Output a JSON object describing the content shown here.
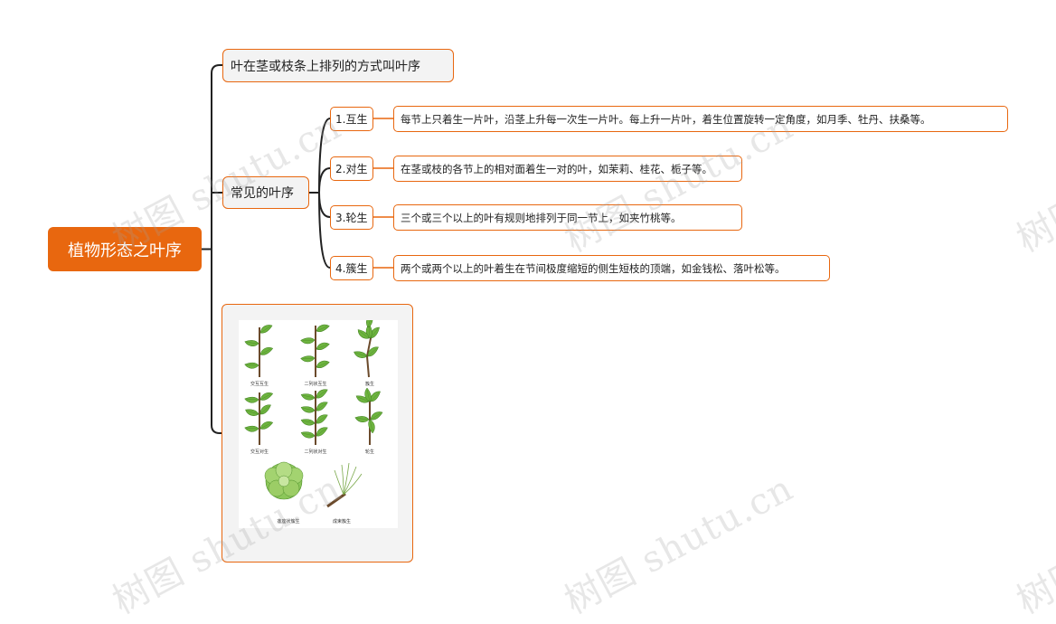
{
  "root": {
    "title": "植物形态之叶序"
  },
  "definition": {
    "text": "叶在茎或枝条上排列的方式叫叶序"
  },
  "common": {
    "title": "常见的叶序",
    "types": [
      {
        "label": "1.互生",
        "desc": "每节上只着生一片叶，沿茎上升每一次生一片叶。每上升一片叶，着生位置旋转一定角度，如月季、牡丹、扶桑等。"
      },
      {
        "label": "2.对生",
        "desc": "在茎或枝的各节上的相对面着生一对的叶，如茉莉、桂花、栀子等。"
      },
      {
        "label": "3.轮生",
        "desc": "三个或三个以上的叶有规则地排列于同一节上，如夹竹桃等。"
      },
      {
        "label": "4.簇生",
        "desc": "两个或两个以上的叶着生在节间极度缩短的侧生短枝的顶端，如金钱松、落叶松等。"
      }
    ]
  },
  "illustration": {
    "labels": [
      "交互互生",
      "二列状互生",
      "簇生",
      "交互对生",
      "二列状对生",
      "轮生",
      "莲座状簇生",
      "成束簇生"
    ]
  },
  "watermark": {
    "text": "树图 shutu.cn"
  },
  "colors": {
    "accent": "#e8670f",
    "line": "#222222",
    "leaf": "#6db33f",
    "stem": "#6b4a2b"
  }
}
